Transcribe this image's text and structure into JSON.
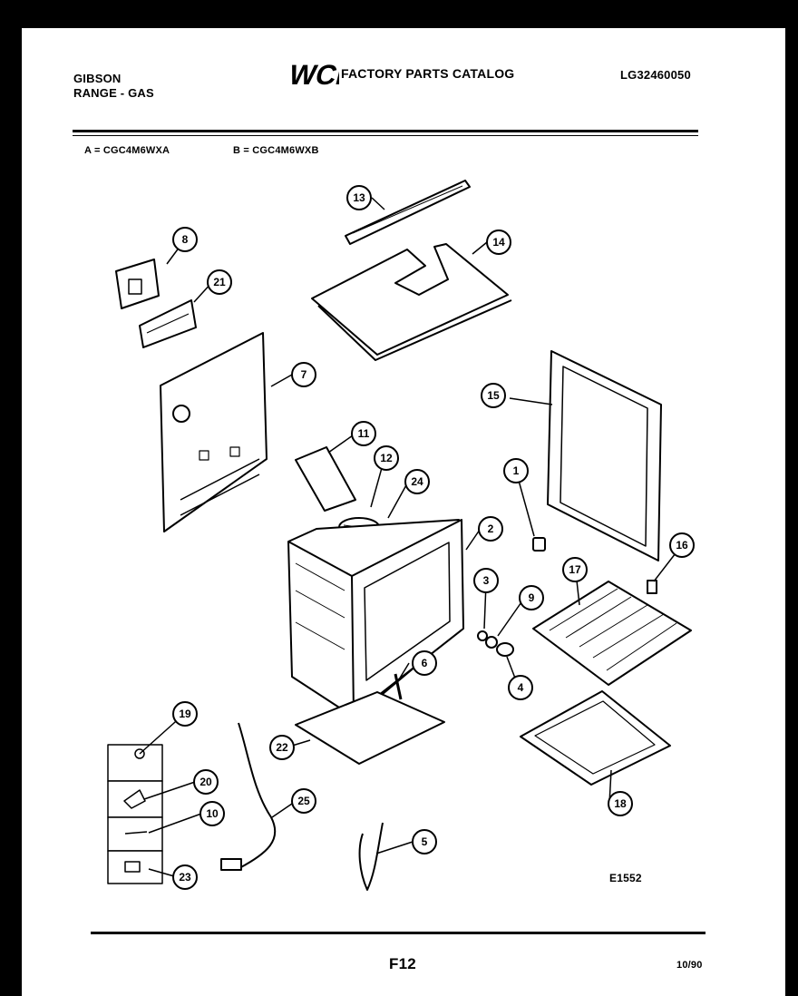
{
  "header": {
    "brand_line1": "GIBSON",
    "brand_line2": "RANGE - GAS",
    "logo_text": "WCI",
    "catalog_title": "FACTORY PARTS CATALOG",
    "document_id": "LG32460050"
  },
  "models": {
    "a": "A = CGC4M6WXA",
    "b": "B = CGC4M6WXB"
  },
  "diagram": {
    "drawing_id": "E1552",
    "callouts": [
      "13",
      "14",
      "8",
      "21",
      "7",
      "15",
      "11",
      "12",
      "24",
      "1",
      "2",
      "16",
      "3",
      "9",
      "17",
      "6",
      "4",
      "19",
      "22",
      "20",
      "10",
      "25",
      "18",
      "5",
      "23"
    ]
  },
  "footer": {
    "page": "F12",
    "date": "10/90"
  }
}
